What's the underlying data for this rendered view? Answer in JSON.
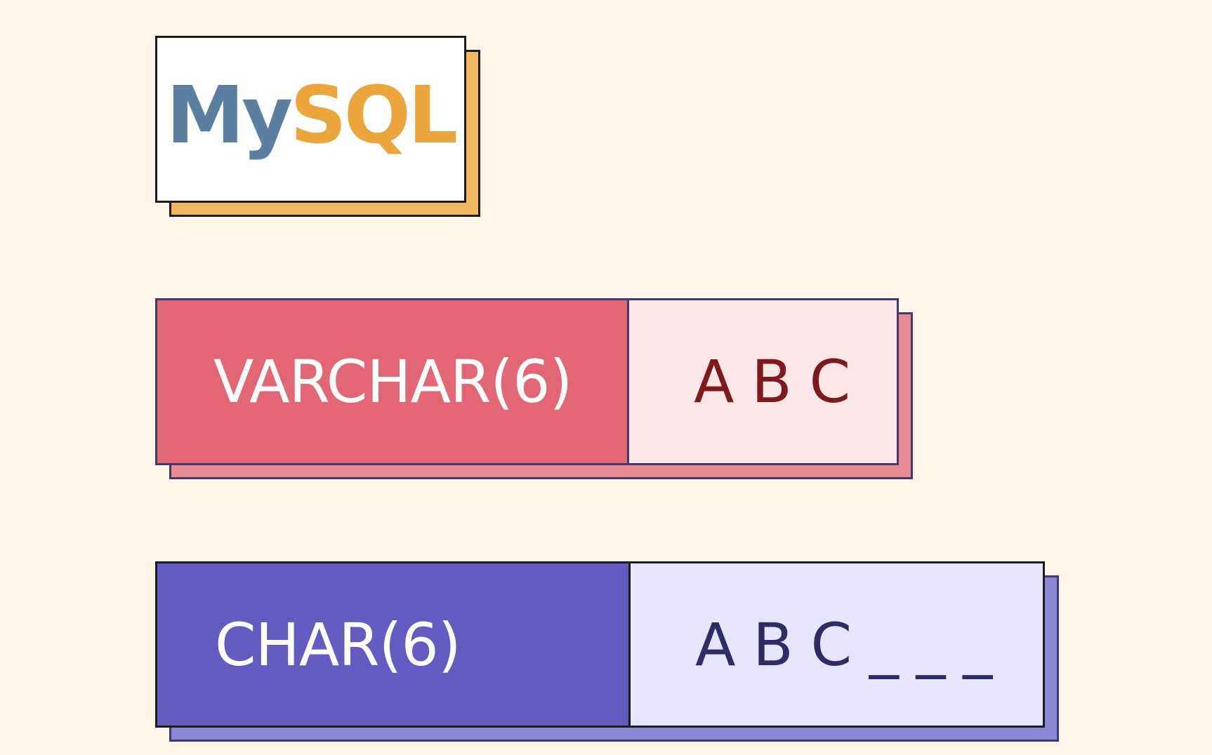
{
  "logo": {
    "my": "My",
    "sql": "SQL"
  },
  "rows": [
    {
      "type_label": "VARCHAR(6)",
      "stored_value": "A B C"
    },
    {
      "type_label": "CHAR(6)",
      "stored_value": "A B C _ _ _"
    }
  ],
  "colors": {
    "background": "#fdf5ea",
    "mysql_blue": "#5b7fa0",
    "mysql_orange": "#eba53b",
    "varchar_accent": "#e36674",
    "varchar_value_bg": "#fbe6e8",
    "varchar_value_text": "#801a1a",
    "char_accent": "#645bc0",
    "char_value_bg": "#e6e5fb",
    "char_value_text": "#2e2b66"
  }
}
